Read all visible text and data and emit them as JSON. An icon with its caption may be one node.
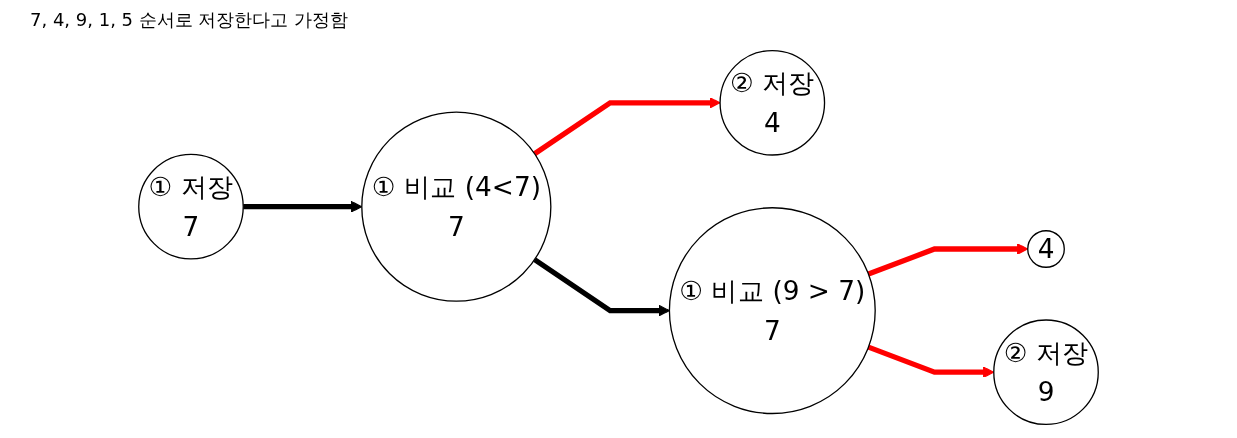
{
  "diagram": {
    "title": "7, 4, 9, 1, 5 순서로 저장한다고 가정함",
    "nodes": [
      {
        "text": [
          "① 저장",
          "7"
        ]
      },
      {
        "text": [
          "① 비교 (4<7)",
          "7"
        ]
      },
      {
        "text": [
          "② 저장",
          "4"
        ]
      },
      {
        "text": [
          "① 비교 (9 > 7)",
          "7"
        ]
      },
      {
        "text": [
          "4"
        ]
      },
      {
        "text": [
          "② 저장",
          "9"
        ]
      }
    ],
    "edges": [
      {
        "from": 0,
        "to": 1,
        "arrow": "to",
        "color": "#000000"
      },
      {
        "from": 1,
        "to": 2,
        "arrow": "to"
      },
      {
        "from": 1,
        "to": 3,
        "arrow": "to",
        "color": "#000000"
      },
      {
        "from": 3,
        "to": 4,
        "arrow": "to"
      },
      {
        "from": 3,
        "to": 5,
        "arrow": "to"
      }
    ]
  }
}
